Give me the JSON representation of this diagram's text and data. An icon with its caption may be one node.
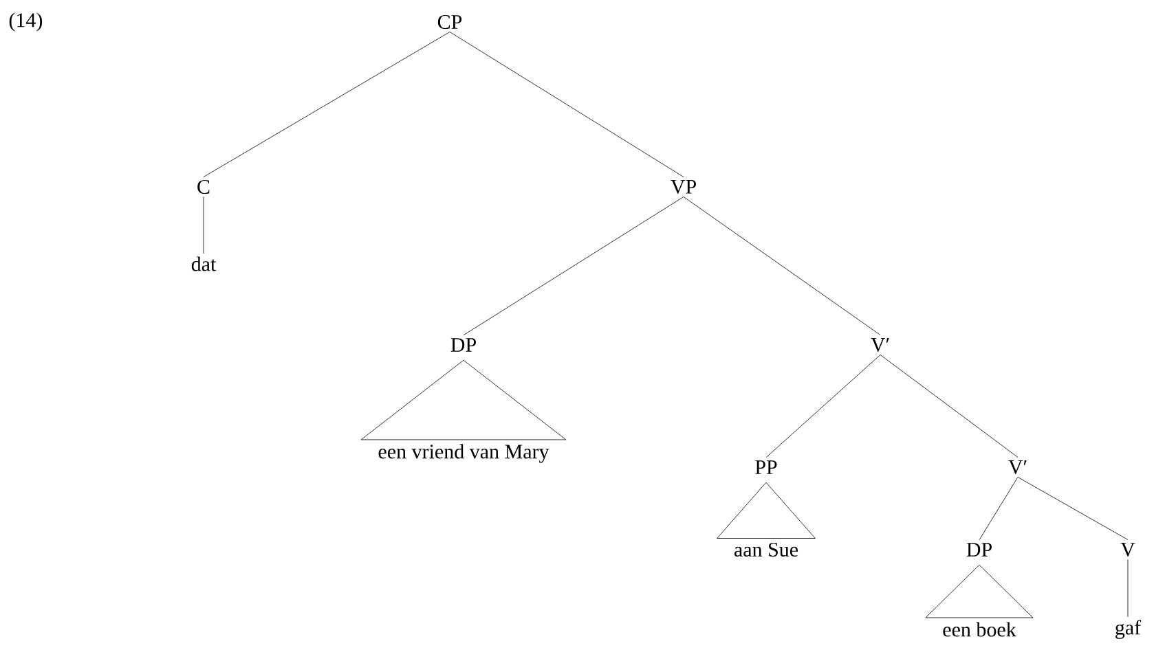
{
  "diagram": {
    "nodes": [
      {
        "text": [
          "CP"
        ]
      },
      {
        "text": [
          "C"
        ]
      },
      {
        "text": [
          "dat"
        ]
      },
      {
        "text": [
          "VP"
        ]
      },
      {
        "text": [
          "DP"
        ]
      },
      {
        "text": [
          "een vriend van Mary"
        ]
      },
      {
        "text": [
          "V′"
        ]
      },
      {
        "text": [
          "PP"
        ]
      },
      {
        "text": [
          "aan Sue"
        ]
      },
      {
        "text": [
          "V′"
        ]
      },
      {
        "text": [
          "DP"
        ]
      },
      {
        "text": [
          "een boek"
        ]
      },
      {
        "text": [
          "V"
        ]
      },
      {
        "text": [
          "gaf"
        ]
      }
    ],
    "edges": [
      {
        "from": 0,
        "to": 1,
        "arrow": "none"
      },
      {
        "from": 0,
        "to": 3,
        "arrow": "none"
      },
      {
        "from": 1,
        "to": 2,
        "arrow": "none"
      },
      {
        "from": 3,
        "to": 4,
        "arrow": "none"
      },
      {
        "from": 3,
        "to": 6,
        "arrow": "none"
      },
      {
        "from": 4,
        "to": 5,
        "arrow": "none"
      },
      {
        "from": 6,
        "to": 7,
        "arrow": "none"
      },
      {
        "from": 6,
        "to": 9,
        "arrow": "none"
      },
      {
        "from": 7,
        "to": 8,
        "arrow": "none"
      },
      {
        "from": 9,
        "to": 10,
        "arrow": "none"
      },
      {
        "from": 9,
        "to": 12,
        "arrow": "none"
      },
      {
        "from": 10,
        "to": 11,
        "arrow": "none"
      },
      {
        "from": 12,
        "to": 13,
        "arrow": "none"
      }
    ],
    "labels": [
      "(14)"
    ]
  }
}
